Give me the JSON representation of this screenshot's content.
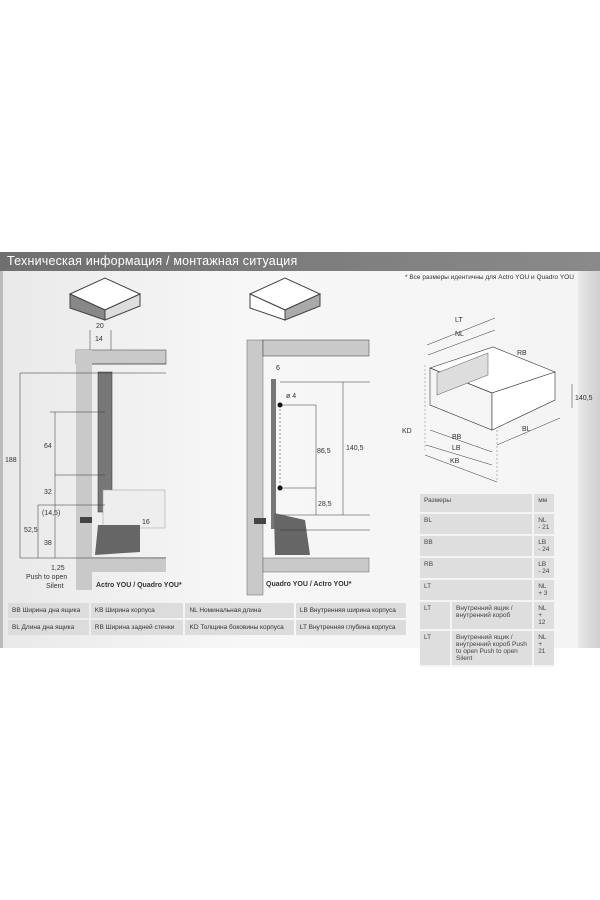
{
  "header": {
    "title": "Техническая информация / монтажная ситуация"
  },
  "note": "* Все размеры идентичны для Actro YOU и Quadro YOU",
  "diagram_left": {
    "caption": "Actro YOU / Quadro YOU*",
    "labels": {
      "d20": "20",
      "d14": "14",
      "d188": "188",
      "d64": "64",
      "d32": "32",
      "d145": "(14,5)",
      "d16": "16",
      "d525": "52,5",
      "d38": "38",
      "d125": "1,25",
      "push1": "Push to open",
      "push2": "Silent"
    }
  },
  "diagram_middle": {
    "caption": "Quadro YOU / Actro YOU*",
    "labels": {
      "d6": "6",
      "dia4": "ø 4",
      "d865": "86,5",
      "d1405": "140,5",
      "d285": "28,5"
    }
  },
  "diagram_iso": {
    "labels": {
      "LT": "LT",
      "NL": "NL",
      "RB": "RB",
      "h": "140,5",
      "KD": "KD",
      "BB": "BB",
      "LB": "LB",
      "KB": "KB",
      "BL": "BL"
    }
  },
  "legend": [
    [
      "BB Ширина дна ящика",
      "KB Ширина корпуса",
      "NL Номинальная длина",
      "LB Внутренняя ширина корпуса"
    ],
    [
      "BL Длина дна ящика",
      "RB Ширина задней стенки",
      "KD Толщина боковины корпуса",
      "LT Внутренняя глубина корпуса"
    ]
  ],
  "dimensions": {
    "header": [
      "Размеры",
      "мм"
    ],
    "rows": [
      {
        "code": "BL",
        "desc": "",
        "value": "NL - 21"
      },
      {
        "code": "BB",
        "desc": "",
        "value": "LB - 24"
      },
      {
        "code": "RB",
        "desc": "",
        "value": "LB - 24"
      },
      {
        "code": "LT",
        "desc": "",
        "value": "NL + 3"
      },
      {
        "code": "LT",
        "desc": "Внутренний ящик / внутренний короб",
        "value": "NL + 12"
      },
      {
        "code": "LT",
        "desc": "Внутренний ящик / внутренний короб Push to open Push to open Silent",
        "value": "NL + 21"
      }
    ]
  }
}
